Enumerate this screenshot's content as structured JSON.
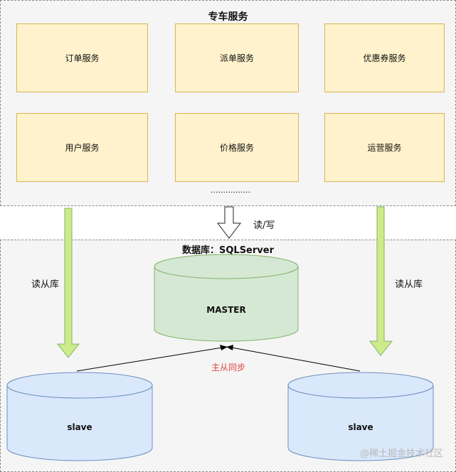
{
  "service_group": {
    "title": "专车服务",
    "services": [
      "订单服务",
      "派单服务",
      "优惠券服务",
      "用户服务",
      "价格服务",
      "运营服务"
    ],
    "more": "................"
  },
  "rw_label": "读/写",
  "database": {
    "title": "数据库：SQLServer",
    "master": "MASTER",
    "slave_left": "slave",
    "slave_right": "slave",
    "sync_label": "主从同步",
    "read_left": "读从库",
    "read_right": "读从库"
  },
  "watermark": "@稀土掘金技术社区",
  "colors": {
    "service_fill": "#fff2cc",
    "service_border": "#d6b656",
    "master_fill": "#d5e8d4",
    "master_border": "#82b366",
    "slave_fill": "#dae8fc",
    "slave_border": "#6c8ebf",
    "arrow_fill": "#cdeb8b",
    "arrow_border": "#82b366",
    "sync_text": "#e0443e"
  }
}
